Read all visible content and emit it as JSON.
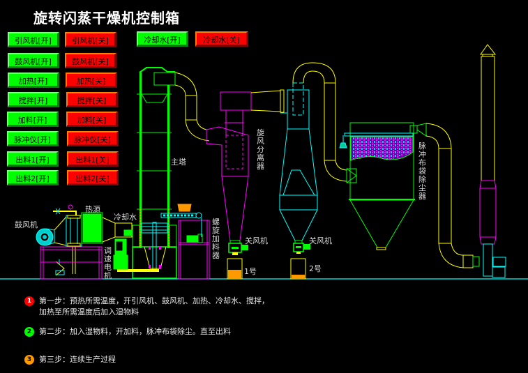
{
  "title": "旋转闪蒸干燥机控制箱",
  "colors": {
    "on": "#00ff00",
    "off": "#ff0000",
    "step1": "#ff0000",
    "step2": "#00ff00",
    "step3": "#ff9900"
  },
  "buttons": {
    "left": [
      {
        "on": "引风机[开]",
        "off": "引风机[关]"
      },
      {
        "on": "鼓风机[开]",
        "off": "鼓风机[关]"
      },
      {
        "on": "加热[开]",
        "off": "加热[关]"
      },
      {
        "on": "搅拌[开]",
        "off": "搅拌[关]"
      },
      {
        "on": "加料[开]",
        "off": "加料[关]"
      },
      {
        "on": "脉冲仪[开]",
        "off": "脉冲仪[关]"
      },
      {
        "on": "出料1[开]",
        "off": "出料1[关]"
      },
      {
        "on": "出料2[开]",
        "off": "出料2[关]"
      }
    ],
    "cooling": {
      "on": "冷却水[开]",
      "off": "冷却水[关]"
    }
  },
  "diagram": {
    "blower": "鼓风机",
    "heat_source": "热源",
    "cooling_water": "冷却水",
    "speed_motor": "调速电机",
    "main_tower": "主塔",
    "screw_feeder": "螺旋加料器",
    "cyclone": "旋风分离器",
    "airlock_1": "关风机",
    "airlock_2": "关风机",
    "bin_1": "1号",
    "bin_2": "2号",
    "bag_filter": "脉冲布袋除尘器",
    "bin_1_level": 0.45,
    "bin_2_level": 0.2
  },
  "steps": [
    {
      "num": "1",
      "text": "第一步：预热所需温度，开引风机、鼓风机、加热、冷却水、搅拌，加热至所需温度后加入湿物料"
    },
    {
      "num": "2",
      "text": "第二步：加入湿物料，开加料，脉冲布袋除尘。直至出料"
    },
    {
      "num": "3",
      "text": "第三步：连续生产过程"
    }
  ]
}
